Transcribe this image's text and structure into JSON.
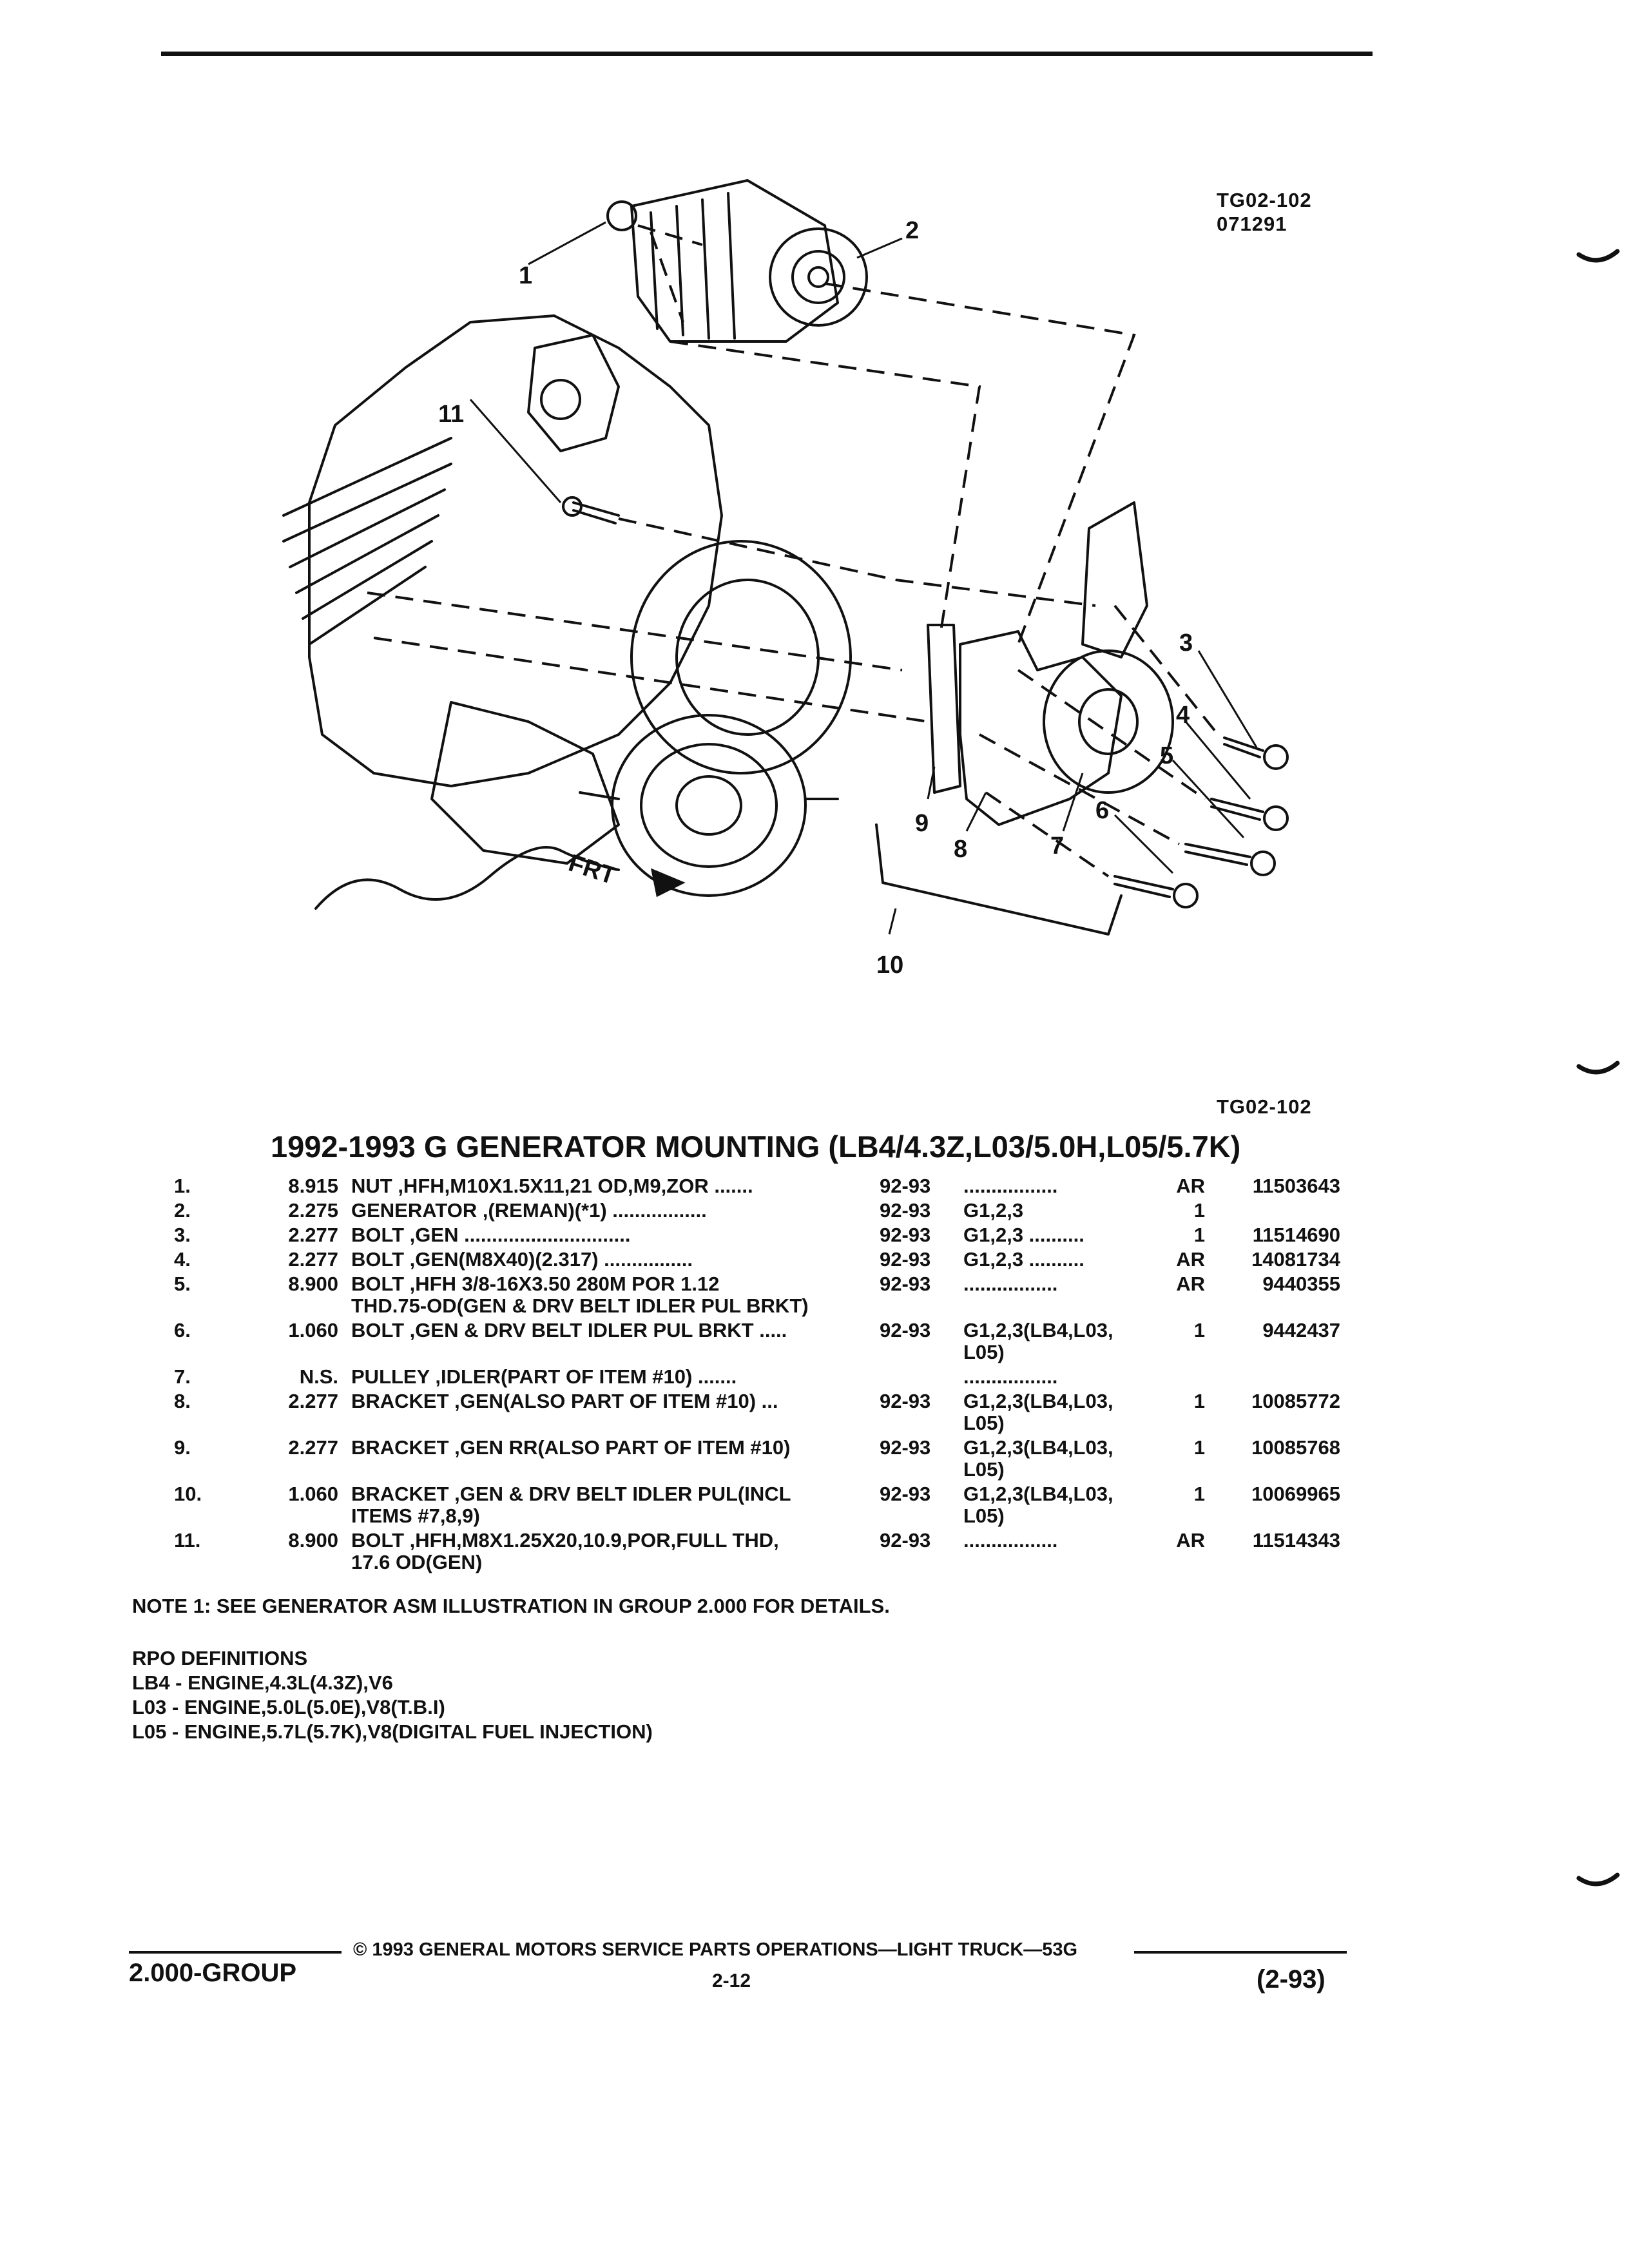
{
  "figure": {
    "id_top": "TG02-102",
    "date": "071291",
    "id_bottom": "TG02-102",
    "callouts": [
      "1",
      "2",
      "3",
      "4",
      "5",
      "6",
      "7",
      "8",
      "9",
      "10",
      "11"
    ],
    "front_label": "FRT"
  },
  "title": "1992-1993 G GENERATOR MOUNTING (LB4/4.3Z,L03/5.0H,L05/5.7K)",
  "parts": [
    {
      "num": "1.",
      "group": "8.915",
      "desc": "NUT ,HFH,M10X1.5X11,21 OD,M9,ZOR .......",
      "desc2": "",
      "years": "92-93",
      "app": ".................",
      "app2": "",
      "qty": "AR",
      "pn": "11503643"
    },
    {
      "num": "2.",
      "group": "2.275",
      "desc": "GENERATOR ,(REMAN)(*1) .................",
      "desc2": "",
      "years": "92-93",
      "app": "G1,2,3",
      "app2": "",
      "qty": "1",
      "pn": ""
    },
    {
      "num": "3.",
      "group": "2.277",
      "desc": "BOLT ,GEN ..............................",
      "desc2": "",
      "years": "92-93",
      "app": "G1,2,3 ..........",
      "app2": "",
      "qty": "1",
      "pn": "11514690"
    },
    {
      "num": "4.",
      "group": "2.277",
      "desc": "BOLT ,GEN(M8X40)(2.317) ................",
      "desc2": "",
      "years": "92-93",
      "app": "G1,2,3 ..........",
      "app2": "",
      "qty": "AR",
      "pn": "14081734"
    },
    {
      "num": "5.",
      "group": "8.900",
      "desc": "BOLT ,HFH 3/8-16X3.50 280M POR 1.12",
      "desc2": "THD.75-OD(GEN & DRV BELT IDLER PUL BRKT)",
      "years": "92-93",
      "app": ".................",
      "app2": "",
      "qty": "AR",
      "pn": "9440355"
    },
    {
      "num": "6.",
      "group": "1.060",
      "desc": "BOLT ,GEN & DRV BELT IDLER PUL BRKT .....",
      "desc2": "",
      "years": "92-93",
      "app": "G1,2,3(LB4,L03,",
      "app2": "L05)",
      "qty": "1",
      "pn": "9442437"
    },
    {
      "num": "7.",
      "group": "N.S.",
      "desc": "PULLEY ,IDLER(PART OF ITEM #10) .......",
      "desc2": "",
      "years": "",
      "app": ".................",
      "app2": "",
      "qty": "",
      "pn": ""
    },
    {
      "num": "8.",
      "group": "2.277",
      "desc": "BRACKET ,GEN(ALSO PART OF ITEM #10) ...",
      "desc2": "",
      "years": "92-93",
      "app": "G1,2,3(LB4,L03,",
      "app2": "L05)",
      "qty": "1",
      "pn": "10085772"
    },
    {
      "num": "9.",
      "group": "2.277",
      "desc": "BRACKET ,GEN RR(ALSO PART OF ITEM #10)",
      "desc2": "",
      "years": "92-93",
      "app": "G1,2,3(LB4,L03,",
      "app2": "L05)",
      "qty": "1",
      "pn": "10085768"
    },
    {
      "num": "10.",
      "group": "1.060",
      "desc": "BRACKET ,GEN & DRV BELT IDLER PUL(INCL",
      "desc2": "ITEMS #7,8,9)",
      "years": "92-93",
      "app": "G1,2,3(LB4,L03,",
      "app2": "L05)",
      "qty": "1",
      "pn": "10069965"
    },
    {
      "num": "11.",
      "group": "8.900",
      "desc": "BOLT ,HFH,M8X1.25X20,10.9,POR,FULL THD,",
      "desc2": "17.6 OD(GEN)",
      "years": "92-93",
      "app": ".................",
      "app2": "",
      "qty": "AR",
      "pn": "11514343"
    }
  ],
  "note": "NOTE 1: SEE GENERATOR ASM ILLUSTRATION IN GROUP 2.000 FOR DETAILS.",
  "rpo": {
    "heading": "RPO DEFINITIONS",
    "items": [
      "LB4 - ENGINE,4.3L(4.3Z),V6",
      "L03 - ENGINE,5.0L(5.0E),V8(T.B.I)",
      "L05 - ENGINE,5.7L(5.7K),V8(DIGITAL FUEL INJECTION)"
    ]
  },
  "footer": {
    "copyright": "© 1993 GENERAL MOTORS SERVICE PARTS OPERATIONS—LIGHT TRUCK—53G",
    "group": "2.000-GROUP",
    "page": "2-12",
    "revision": "(2-93)"
  }
}
